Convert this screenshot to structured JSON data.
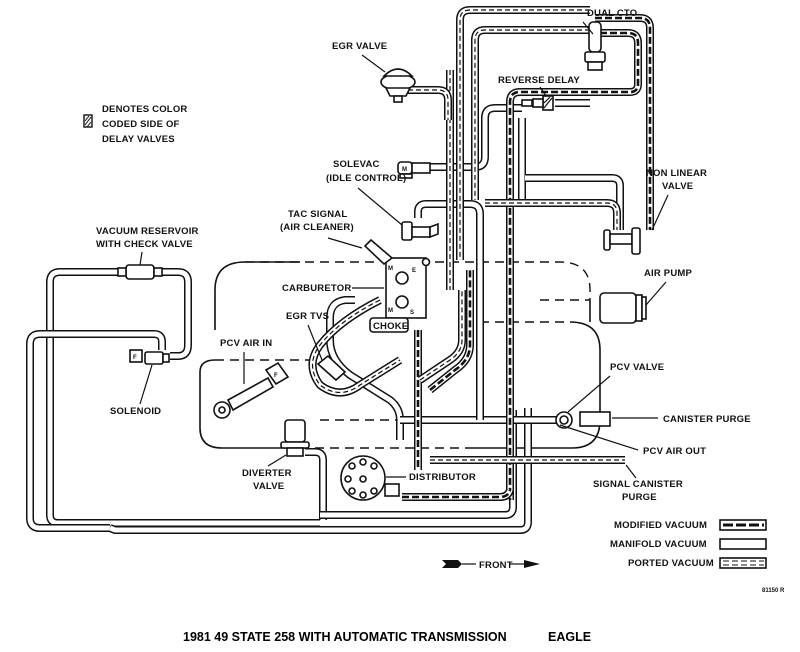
{
  "title": "1981 49 STATE 258 WITH AUTOMATIC TRANSMISSION",
  "model": "EAGLE",
  "figure_code": "81150 R",
  "note": {
    "line1": "DENOTES COLOR",
    "line2": "CODED SIDE OF",
    "line3": "DELAY VALVES"
  },
  "labels": {
    "dual_cto": "DUAL CTO",
    "egr_valve": "EGR VALVE",
    "reverse_delay": "REVERSE DELAY",
    "solevac_1": "SOLEVAC",
    "solevac_2": "(IDLE CONTROL)",
    "tac_signal_1": "TAC SIGNAL",
    "tac_signal_2": "(AIR CLEANER)",
    "non_linear_1": "NON LINEAR",
    "non_linear_2": "VALVE",
    "air_pump": "AIR PUMP",
    "vacuum_reservoir_1": "VACUUM RESERVOIR",
    "vacuum_reservoir_2": "WITH CHECK VALVE",
    "carburetor": "CARBURETOR",
    "egr_tvs": "EGR TVS",
    "choke": "CHOKE",
    "pcv_air_in": "PCV AIR IN",
    "solenoid": "SOLENOID",
    "pcv_valve": "PCV VALVE",
    "canister_purge": "CANISTER PURGE",
    "pcv_air_out": "PCV AIR OUT",
    "signal_canister_1": "SIGNAL CANISTER",
    "signal_canister_2": "PURGE",
    "diverter_1": "DIVERTER",
    "diverter_2": "VALVE",
    "distributor": "DISTRIBUTOR",
    "front": "FRONT",
    "carb_m_top": "M",
    "carb_e": "E",
    "carb_m_bottom": "M",
    "carb_s": "S",
    "solenoid_f": "F",
    "pcv_f": "F",
    "solevac_m": "M"
  },
  "legend": [
    {
      "label": "MODIFIED VACUUM",
      "style": "modified"
    },
    {
      "label": "MANIFOLD VACUUM",
      "style": "manifold"
    },
    {
      "label": "PORTED VACUUM",
      "style": "ported"
    }
  ]
}
